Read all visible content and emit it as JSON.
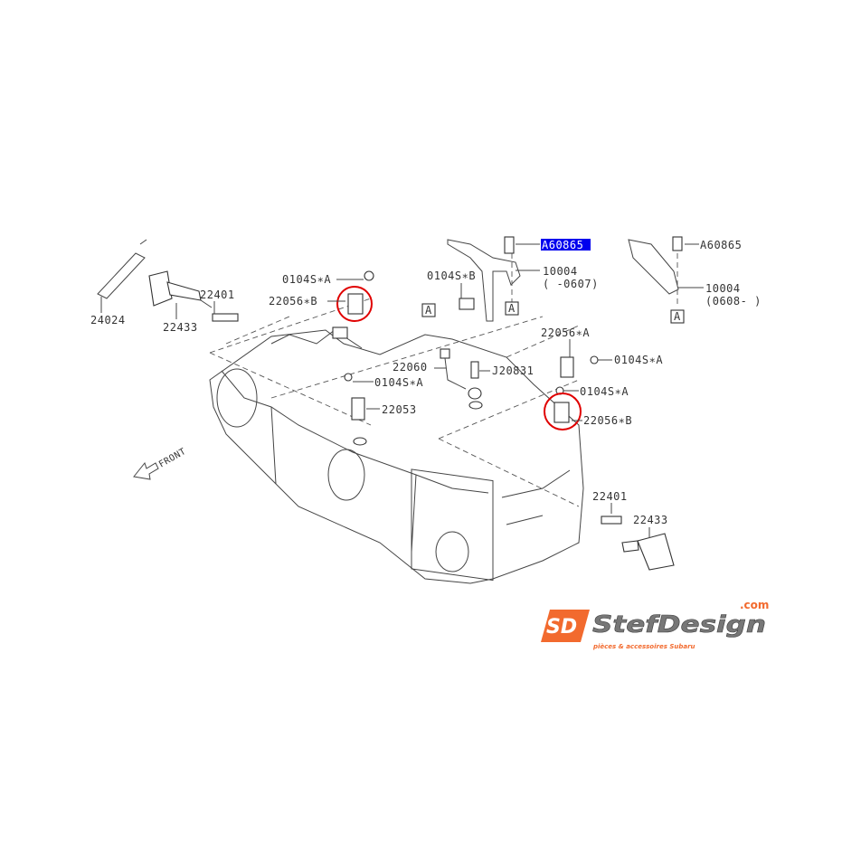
{
  "labels": {
    "p24024": "24024",
    "p22433_left": "22433",
    "p22401_left": "22401",
    "p0104SA_top": "0104S∗A",
    "p22056B_left": "22056∗B",
    "p0104SB": "0104S∗B",
    "pA60865_highlight": "A60865",
    "p10004_a": "10004",
    "p10004_a_range": "( -0607)",
    "pA60865_right": "A60865",
    "p10004_b": "10004",
    "p10004_b_range": "(0608- )",
    "ref_A1": "A",
    "ref_A2": "A",
    "ref_A3": "A",
    "p22056A": "22056∗A",
    "p0104SA_r1": "0104S∗A",
    "p22060": "22060",
    "pJ20831": "J20831",
    "p0104SA_mid": "0104S∗A",
    "p0104SA_r2": "0104S∗A",
    "p22053": "22053",
    "p22056B_right": "22056∗B",
    "front": "FRONT",
    "p22401_right": "22401",
    "p22433_right": "22433"
  },
  "logo": {
    "brand": "StefDesign",
    "domain": ".com",
    "tagline": "pièces & accessoires Subaru",
    "monogram": "SD"
  },
  "colors": {
    "highlight": "#0000ee",
    "circle": "#e00000",
    "logo_orange": "#f26a2e",
    "logo_grey": "#777777"
  }
}
